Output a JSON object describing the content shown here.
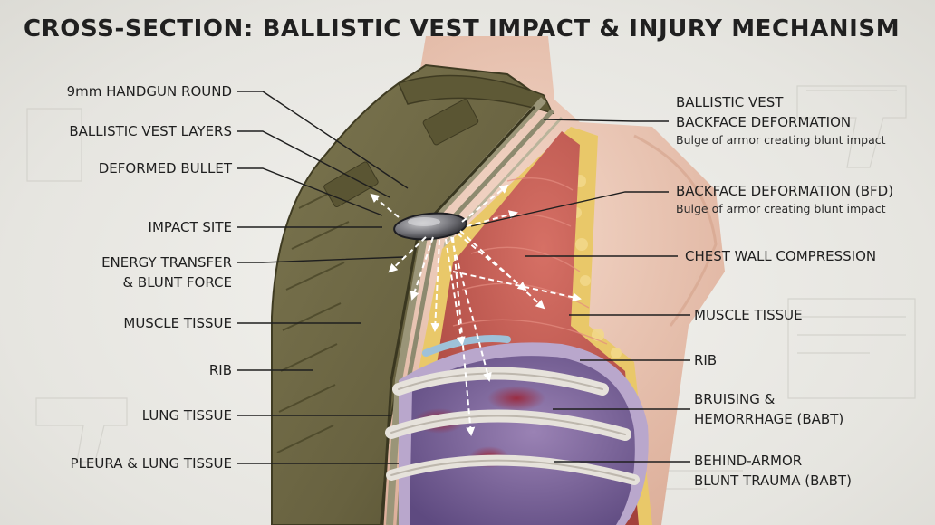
{
  "title": "CROSS-SECTION: BALLISTIC VEST IMPACT & INJURY MECHANISM",
  "labels_left": [
    {
      "id": "handgun-round",
      "lines": [
        "9mm HANDGUN ROUND"
      ]
    },
    {
      "id": "vest-layers",
      "lines": [
        "BALLISTIC VEST LAYERS"
      ]
    },
    {
      "id": "deformed-bullet",
      "lines": [
        "DEFORMED BULLET"
      ]
    },
    {
      "id": "impact-site",
      "lines": [
        "IMPACT SITE"
      ]
    },
    {
      "id": "energy-transfer",
      "lines": [
        "ENERGY TRANSFER",
        "& BLUNT FORCE"
      ]
    },
    {
      "id": "muscle-tissue-left",
      "lines": [
        "MUSCLE TISSUE"
      ]
    },
    {
      "id": "rib-left",
      "lines": [
        "RIB"
      ]
    },
    {
      "id": "lung-tissue",
      "lines": [
        "LUNG TISSUE"
      ]
    },
    {
      "id": "pleura-lung-tissue",
      "lines": [
        "PLEURA & LUNG TISSUE"
      ]
    }
  ],
  "labels_right": [
    {
      "id": "vest-backface-deformation",
      "lines": [
        "BALLISTIC VEST",
        "BACKFACE DEFORMATION"
      ],
      "sub": "Bulge of armor creating blunt impact"
    },
    {
      "id": "backface-deformation-bfd",
      "lines": [
        "BACKFACE DEFORMATION (BFD)"
      ],
      "sub": "Bulge of armor creating blunt impact"
    },
    {
      "id": "chest-wall-compression",
      "lines": [
        "CHEST WALL COMPRESSION"
      ]
    },
    {
      "id": "muscle-tissue-right",
      "lines": [
        "MUSCLE TISSUE"
      ]
    },
    {
      "id": "rib-right",
      "lines": [
        "RIB"
      ]
    },
    {
      "id": "bruising-hemorrhage",
      "lines": [
        "BRUISING &",
        "HEMORRHAGE (BABT)"
      ]
    },
    {
      "id": "behind-armor-blunt-trauma",
      "lines": [
        "BEHIND-ARMOR",
        "BLUNT TRAUMA (BABT)"
      ]
    }
  ],
  "colors": {
    "vest": "#6f6a45",
    "vest_dark": "#4c4829",
    "skin": "#ecc9b8",
    "muscle": "#c0594f",
    "fat": "#e6c35c",
    "lung": "#7a6398",
    "rib": "#e4e1da",
    "arrow": "#ffffff",
    "leader": "#1f1f1f"
  }
}
